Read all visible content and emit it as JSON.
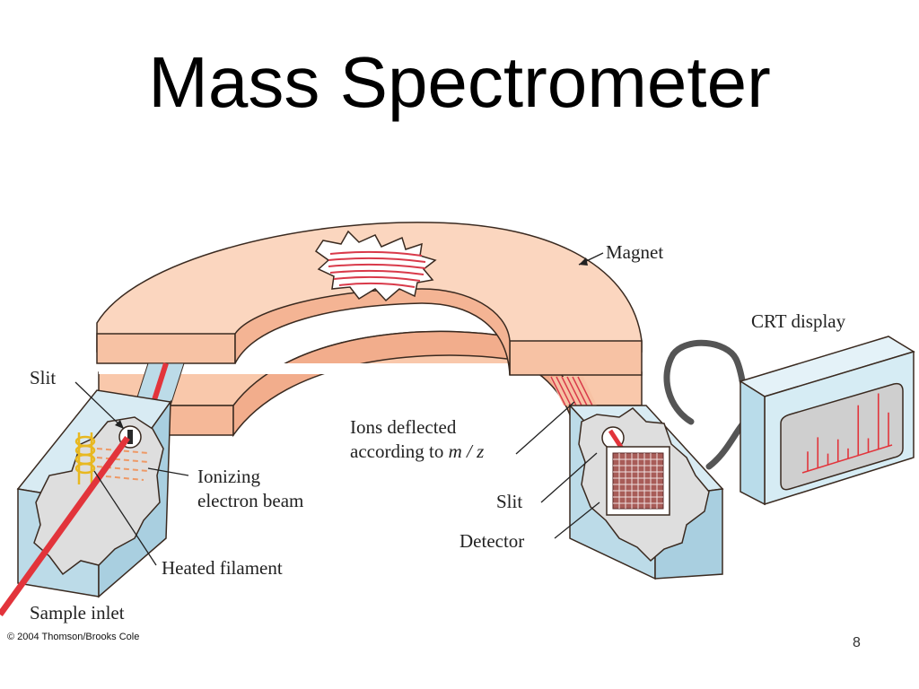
{
  "slide": {
    "title": "Mass Spectrometer",
    "copyright": "© 2004 Thomson/Brooks Cole",
    "page_number": "8"
  },
  "labels": {
    "magnet": "Magnet",
    "crt_display": "CRT display",
    "slit_left": "Slit",
    "ions_deflected_line1": "Ions deflected",
    "ions_deflected_line2_prefix": "according to ",
    "ions_deflected_mz": "m / z",
    "ionizing_line1": "Ionizing",
    "ionizing_line2": "electron beam",
    "slit_right": "Slit",
    "detector": "Detector",
    "heated_filament": "Heated filament",
    "sample_inlet": "Sample inlet"
  },
  "colors": {
    "magnet_fill": "#f9c8ab",
    "magnet_top": "#fbd6bf",
    "magnet_edge": "#3a2a20",
    "housing_fill": "#bcdbe8",
    "cutaway_fill": "#dedede",
    "beam": "#e2343b",
    "filament": "#e8b820",
    "crt_body": "#d6ecf4",
    "crt_screen": "#cfcfcf",
    "cable": "#555555"
  },
  "crt_spectrum": {
    "peaks": [
      0.35,
      0.55,
      0.2,
      0.4,
      0.18,
      0.9,
      0.25,
      1.0,
      0.6
    ]
  }
}
